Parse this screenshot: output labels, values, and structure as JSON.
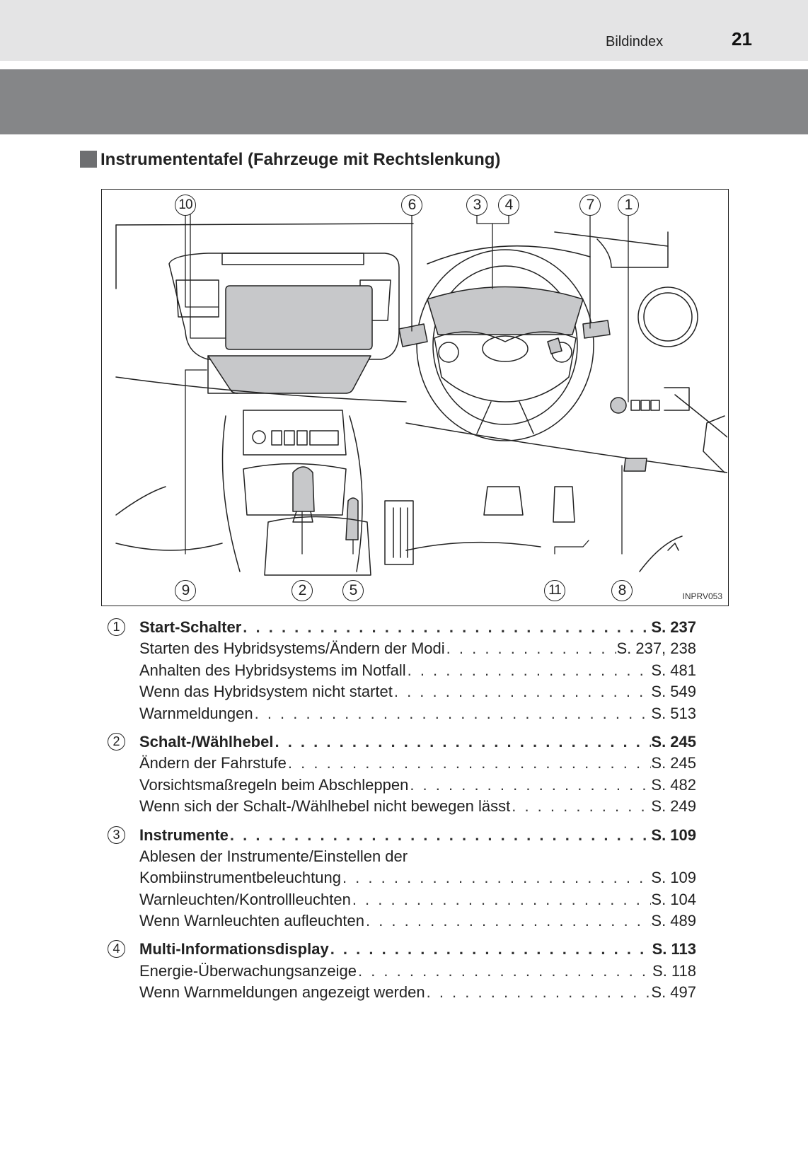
{
  "header": {
    "section": "Bildindex",
    "page": "21"
  },
  "section": {
    "title": "Instrumententafel (Fahrzeuge mit Rechtslenkung)"
  },
  "figure": {
    "code": "INPRV053",
    "callouts_top": [
      "10",
      "6",
      "3",
      "4",
      "7",
      "1"
    ],
    "callouts_bottom": [
      "9",
      "2",
      "5",
      "11",
      "8"
    ]
  },
  "entries": [
    {
      "num": "1",
      "lines": [
        {
          "text": "Start-Schalter",
          "page": "S. 237",
          "bold": true
        },
        {
          "text": "Starten des Hybridsystems/Ändern der Modi",
          "page": "S. 237, 238"
        },
        {
          "text": "Anhalten des Hybridsystems im Notfall",
          "page": "S. 481"
        },
        {
          "text": "Wenn das Hybridsystem nicht startet",
          "page": "S. 549"
        },
        {
          "text": "Warnmeldungen",
          "page": "S. 513"
        }
      ]
    },
    {
      "num": "2",
      "lines": [
        {
          "text": "Schalt-/Wählhebel",
          "page": "S. 245",
          "bold": true
        },
        {
          "text": "Ändern der Fahrstufe",
          "page": "S. 245"
        },
        {
          "text": "Vorsichtsmaßregeln beim Abschleppen",
          "page": "S. 482"
        },
        {
          "text": "Wenn sich der Schalt-/Wählhebel nicht bewegen lässt",
          "page": "S. 249"
        }
      ]
    },
    {
      "num": "3",
      "lines": [
        {
          "text": "Instrumente",
          "page": "S. 109",
          "bold": true
        },
        {
          "text": "Ablesen der Instrumente/Einstellen der",
          "page": ""
        },
        {
          "text": "Kombiinstrumentbeleuchtung",
          "page": "S. 109"
        },
        {
          "text": "Warnleuchten/Kontrollleuchten",
          "page": "S. 104"
        },
        {
          "text": "Wenn Warnleuchten aufleuchten",
          "page": "S. 489"
        }
      ]
    },
    {
      "num": "4",
      "lines": [
        {
          "text": "Multi-Informationsdisplay",
          "page": "S. 113",
          "bold": true
        },
        {
          "text": "Energie-Überwachungsanzeige",
          "page": "S. 118"
        },
        {
          "text": "Wenn Warnmeldungen angezeigt werden",
          "page": "S. 497"
        }
      ]
    }
  ]
}
